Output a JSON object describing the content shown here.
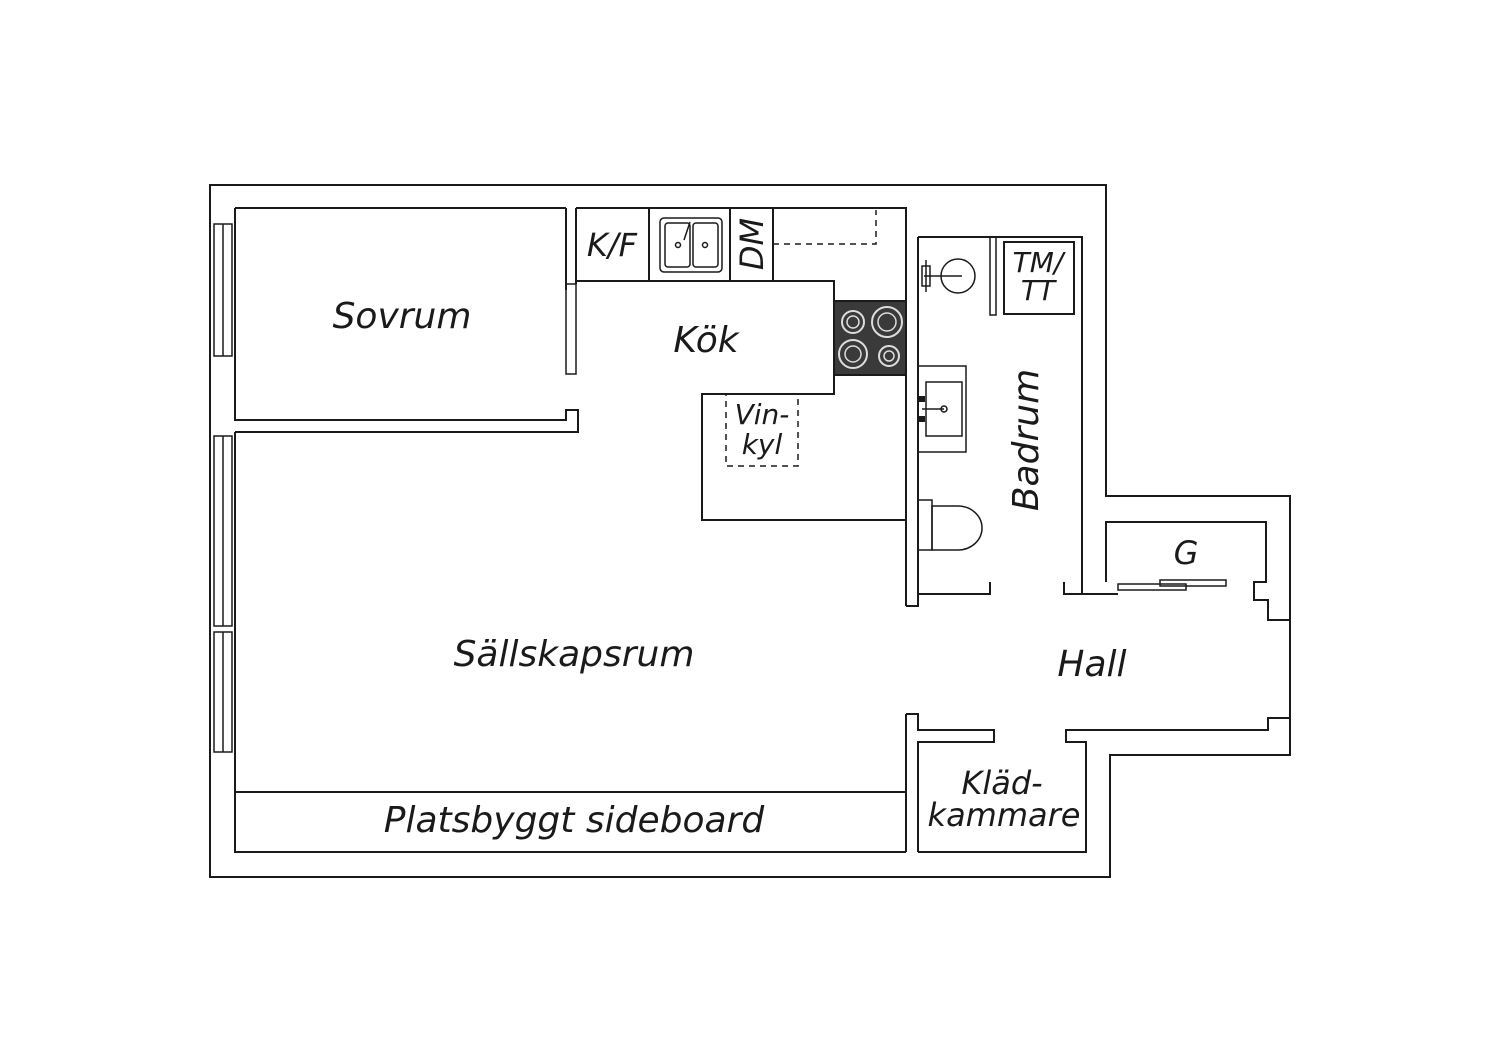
{
  "rooms": {
    "sovrum": "Sovrum",
    "kok": "Kök",
    "sallskapsrum": "Sällskapsrum",
    "badrum": "Badrum",
    "hall": "Hall",
    "sideboard": "Platsbyggt sideboard",
    "kladkammare_1": "Kläd-",
    "kladkammare_2": "kammare",
    "garderob": "G"
  },
  "fixtures": {
    "kf": "K/F",
    "dm": "DM",
    "vinkyl_1": "Vin-",
    "vinkyl_2": "kyl",
    "tmtt_1": "TM/",
    "tmtt_2": "TT"
  },
  "colors": {
    "line": "#1a1a1a",
    "stove": "#3a3a3a",
    "background": "#ffffff"
  }
}
